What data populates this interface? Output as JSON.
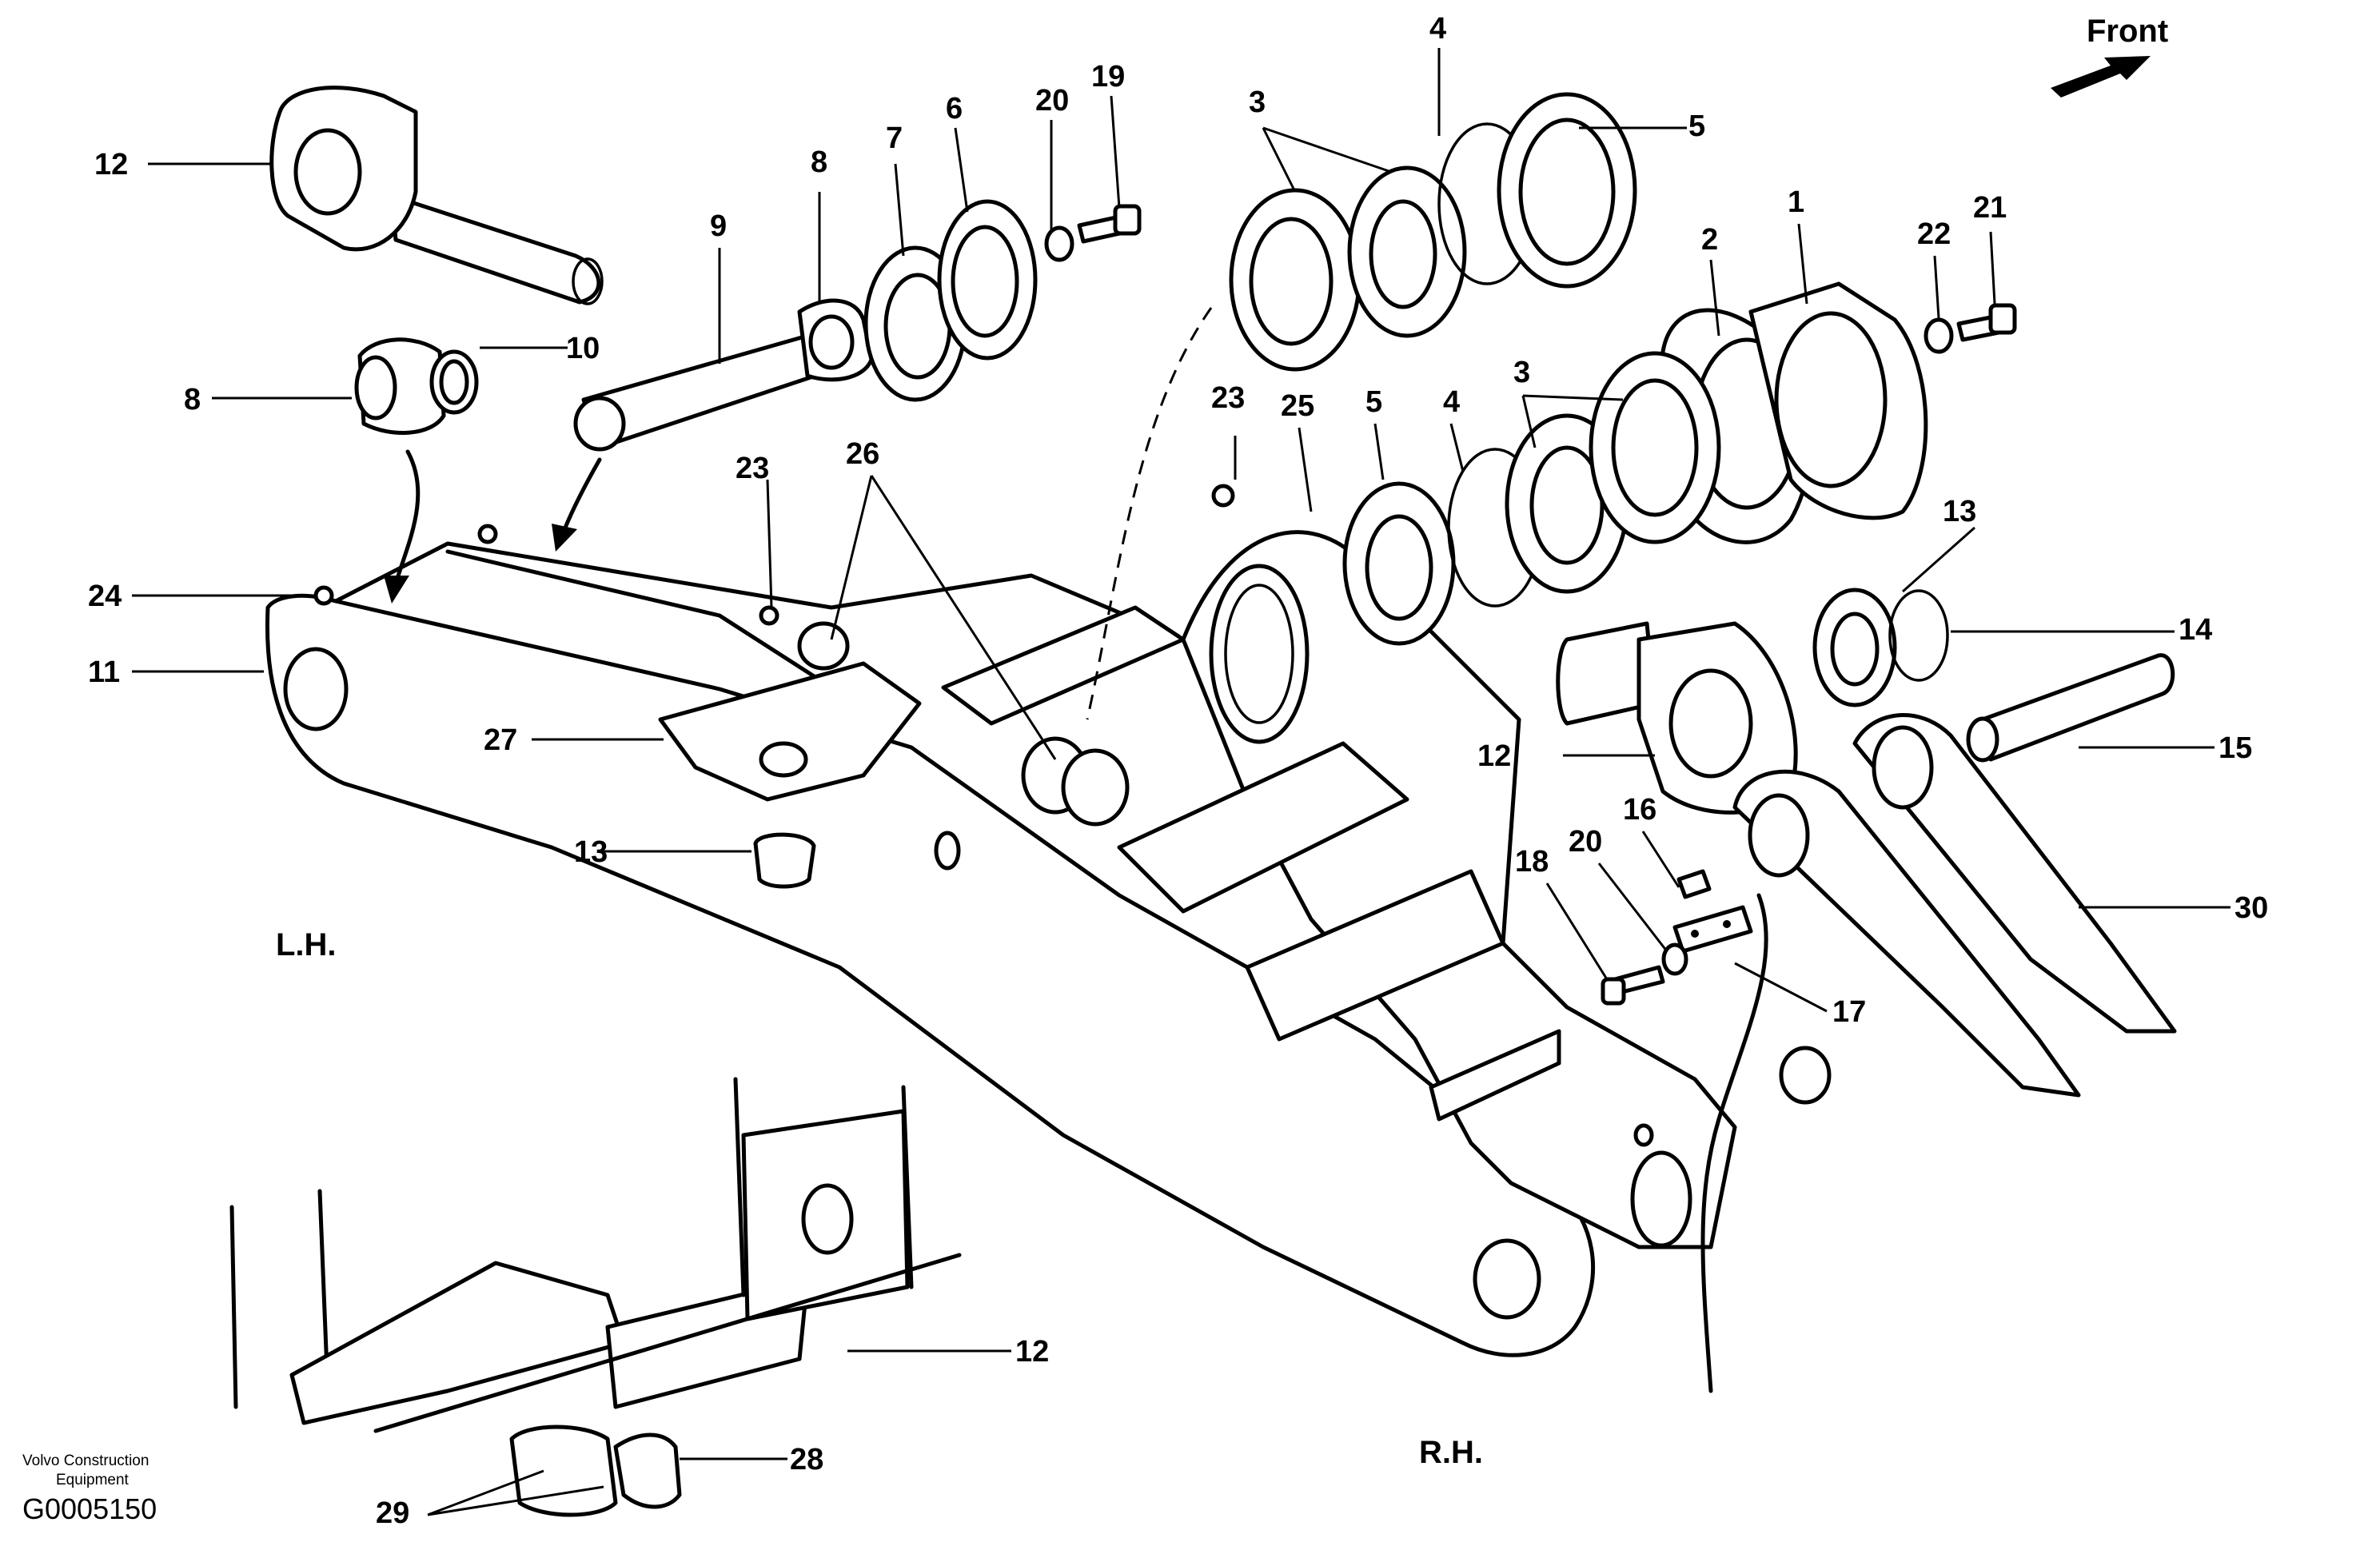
{
  "direction": {
    "label": "Front",
    "icon": "front-arrow-icon"
  },
  "sides": {
    "left": "L.H.",
    "right": "R.H."
  },
  "footer": {
    "brand_line1": "Volvo Construction",
    "brand_line2": "Equipment",
    "figure_code": "G0005150"
  },
  "callouts": [
    "12",
    "8",
    "10",
    "9",
    "8",
    "7",
    "6",
    "20",
    "19",
    "3",
    "4",
    "5",
    "1",
    "2",
    "22",
    "21",
    "3",
    "4",
    "5",
    "25",
    "23",
    "13",
    "14",
    "15",
    "23",
    "26",
    "24",
    "11",
    "27",
    "13",
    "12",
    "16",
    "20",
    "18",
    "17",
    "30",
    "12",
    "28",
    "29"
  ]
}
